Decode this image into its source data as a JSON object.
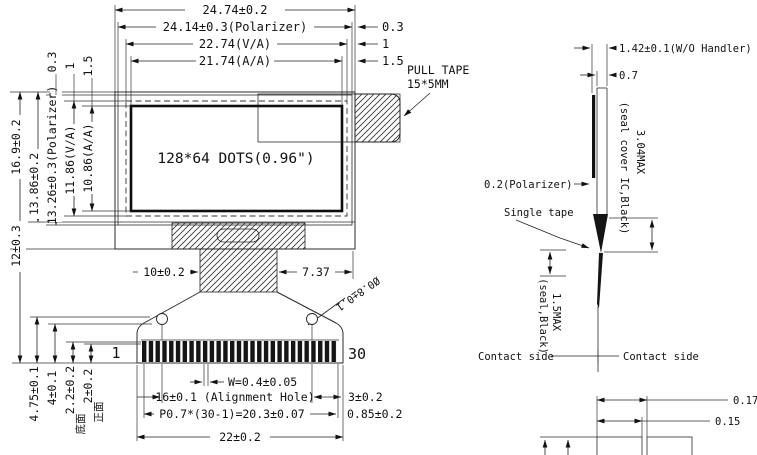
{
  "front_view": {
    "display_label": "128*64 DOTS(0.96\")",
    "pull_tape": {
      "line1": "PULL TAPE",
      "line2": "15*5MM"
    },
    "top_dims": {
      "total": "24.74±0.2",
      "polarizer": "24.14±0.3(Polarizer)",
      "va": "22.74(V/A)",
      "aa": "21.74(A/A)",
      "gap_03": "0.3",
      "gap_1": "1",
      "gap_15": "1.5"
    },
    "left_dims": {
      "total": "16.9±0.2",
      "glass": "13.86±0.2",
      "polarizer": "13.26±0.3(Polarizer)",
      "va": "11.86(V/A)",
      "aa": "10.86(A/A)",
      "gap_03": "0.3",
      "gap_1": "1",
      "gap_15": "1.5",
      "fpc_drop": "12±0.3"
    },
    "bottom_dims": {
      "ic_left": "10±0.2",
      "ic_right": "7.37",
      "hole_dia": "Ø0.8±0.1",
      "pin_first": "1",
      "pin_last": "30",
      "pin_width": "W=0.4±0.05",
      "align_hole": "16±0.1 (Alignment Hole)",
      "edge_3": "3±0.2",
      "pitch": "P0.7*(30-1)=20.3±0.07",
      "edge_085": "0.85±0.2",
      "fpc_width": "22±0.2"
    },
    "tail_dims": {
      "d475": "4.75±0.1",
      "d4": "4±0.1",
      "d22": "2.2±0.2",
      "d22_side": "底面",
      "d2": "2±0.2",
      "d2_side": "正面"
    }
  },
  "side_view": {
    "thickness": "1.42±0.1(W/O Handler)",
    "glass": "0.7",
    "seal_cover": "(seal cover IC,Black)",
    "seal_max": "3.04MAX",
    "polarizer": "0.2(Polarizer)",
    "single_tape": "Single tape",
    "seal_bottom_max": "1.5MAX",
    "seal_bottom": "(seal,Black)",
    "contact_left": "Contact side",
    "contact_right": "Contact side"
  },
  "detail_view": {
    "d017": "0.17",
    "d015": "0.15"
  }
}
